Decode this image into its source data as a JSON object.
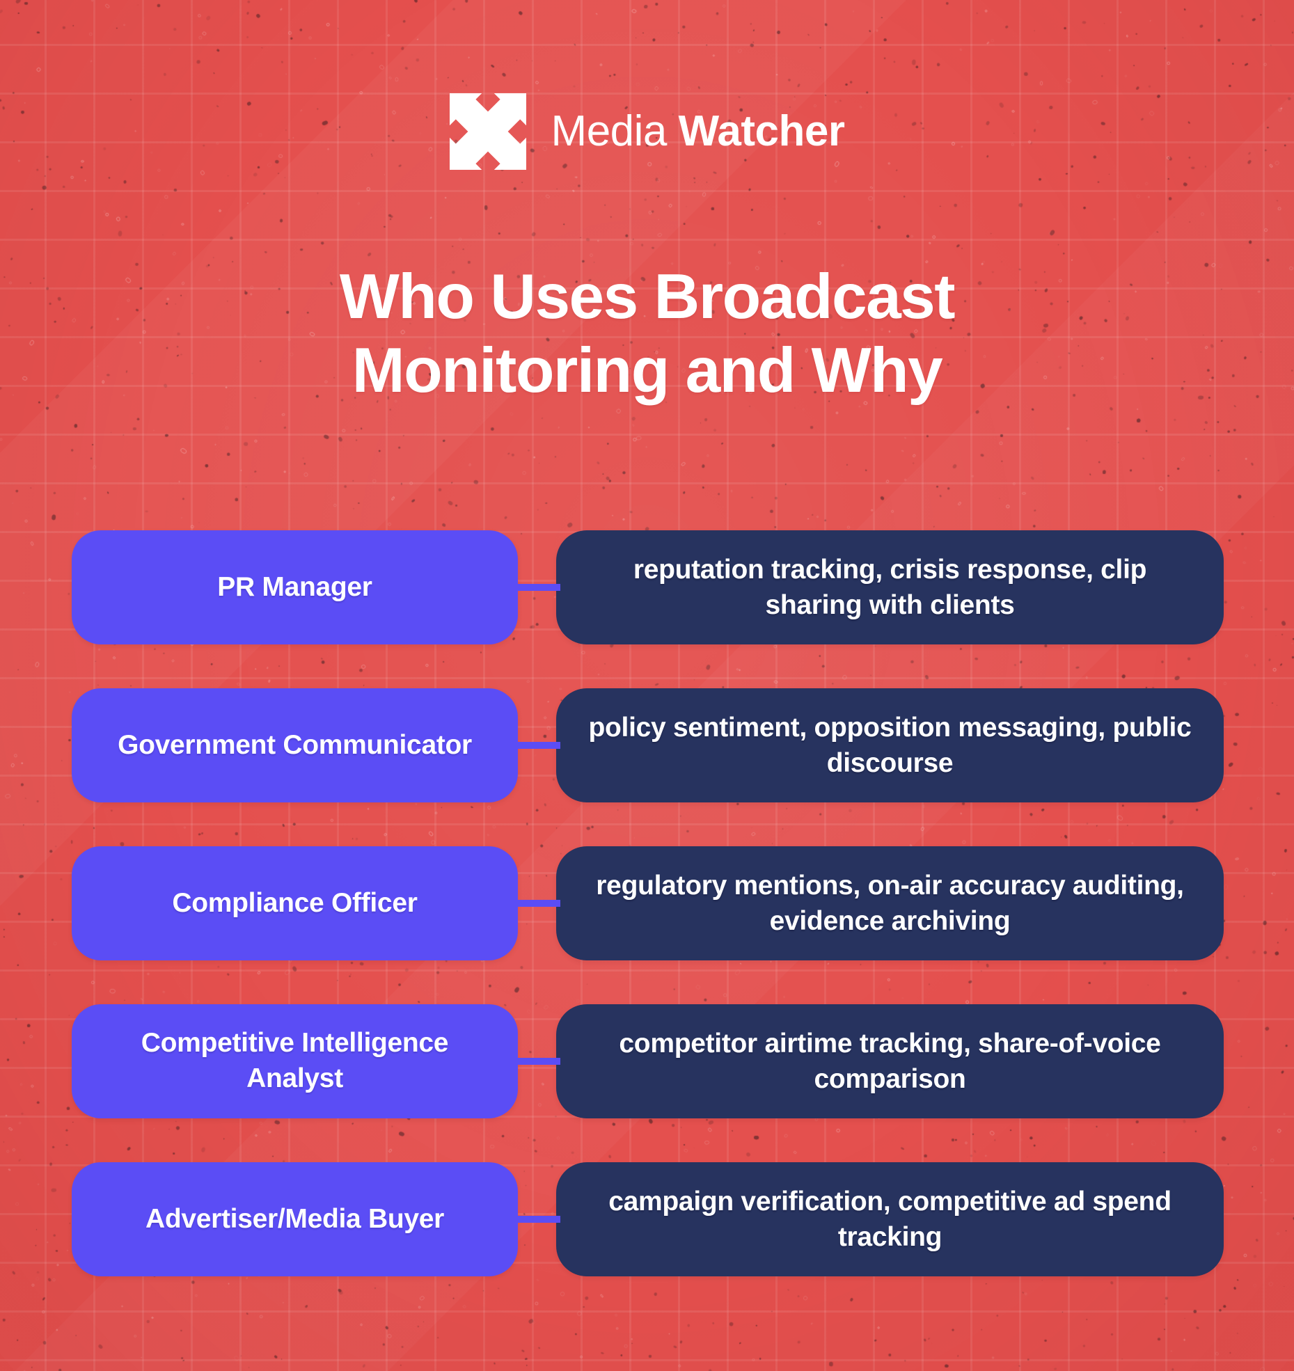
{
  "colors": {
    "background_red": "#e4504e",
    "role_purple": "#5b4df5",
    "why_navy": "#27335f",
    "text_white": "#ffffff"
  },
  "brand": {
    "logo_icon": "four-way-arrows-x-icon",
    "name_light": "Media ",
    "name_bold": "Watcher"
  },
  "headline": {
    "line1": "Who Uses Broadcast",
    "line2": "Monitoring and Why"
  },
  "rows": [
    {
      "role": "PR Manager",
      "why": "reputation tracking, crisis response, clip sharing with clients"
    },
    {
      "role": "Government Communicator",
      "why": "policy sentiment, opposition messaging, public discourse"
    },
    {
      "role": "Compliance Officer",
      "why": "regulatory mentions, on-air accuracy auditing, evidence archiving"
    },
    {
      "role": "Competitive Intelligence Analyst",
      "why": "competitor airtime tracking, share-of-voice comparison"
    },
    {
      "role": "Advertiser/Media Buyer",
      "why": "campaign verification, competitive ad spend tracking"
    }
  ]
}
